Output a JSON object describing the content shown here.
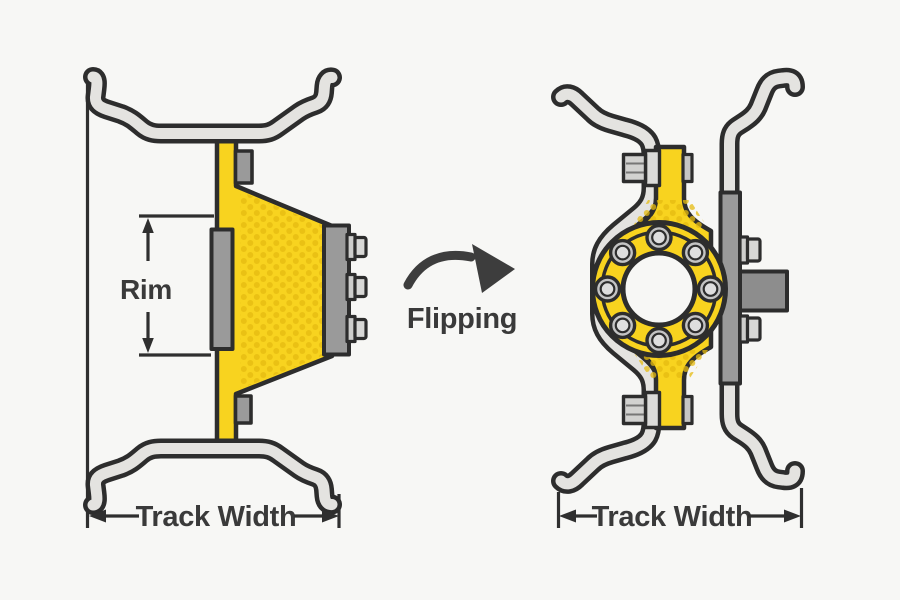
{
  "diagram": {
    "left_wheel": {
      "dimension_label": "Rim",
      "track_label": "Track Width"
    },
    "transform": {
      "label": "Flipping"
    },
    "right_wheel": {
      "track_label": "Track Width"
    }
  },
  "colors": {
    "background": "#f7f7f5",
    "outline": "#2d2d2d",
    "accent_yellow": "#f8d31f",
    "accent_yellow_dot": "#e5ba10",
    "metal_light": "#e4e3e0",
    "metal_mid": "#9a9a9a",
    "metal_dark": "#8d8d8d",
    "text": "#3a3a3a"
  }
}
